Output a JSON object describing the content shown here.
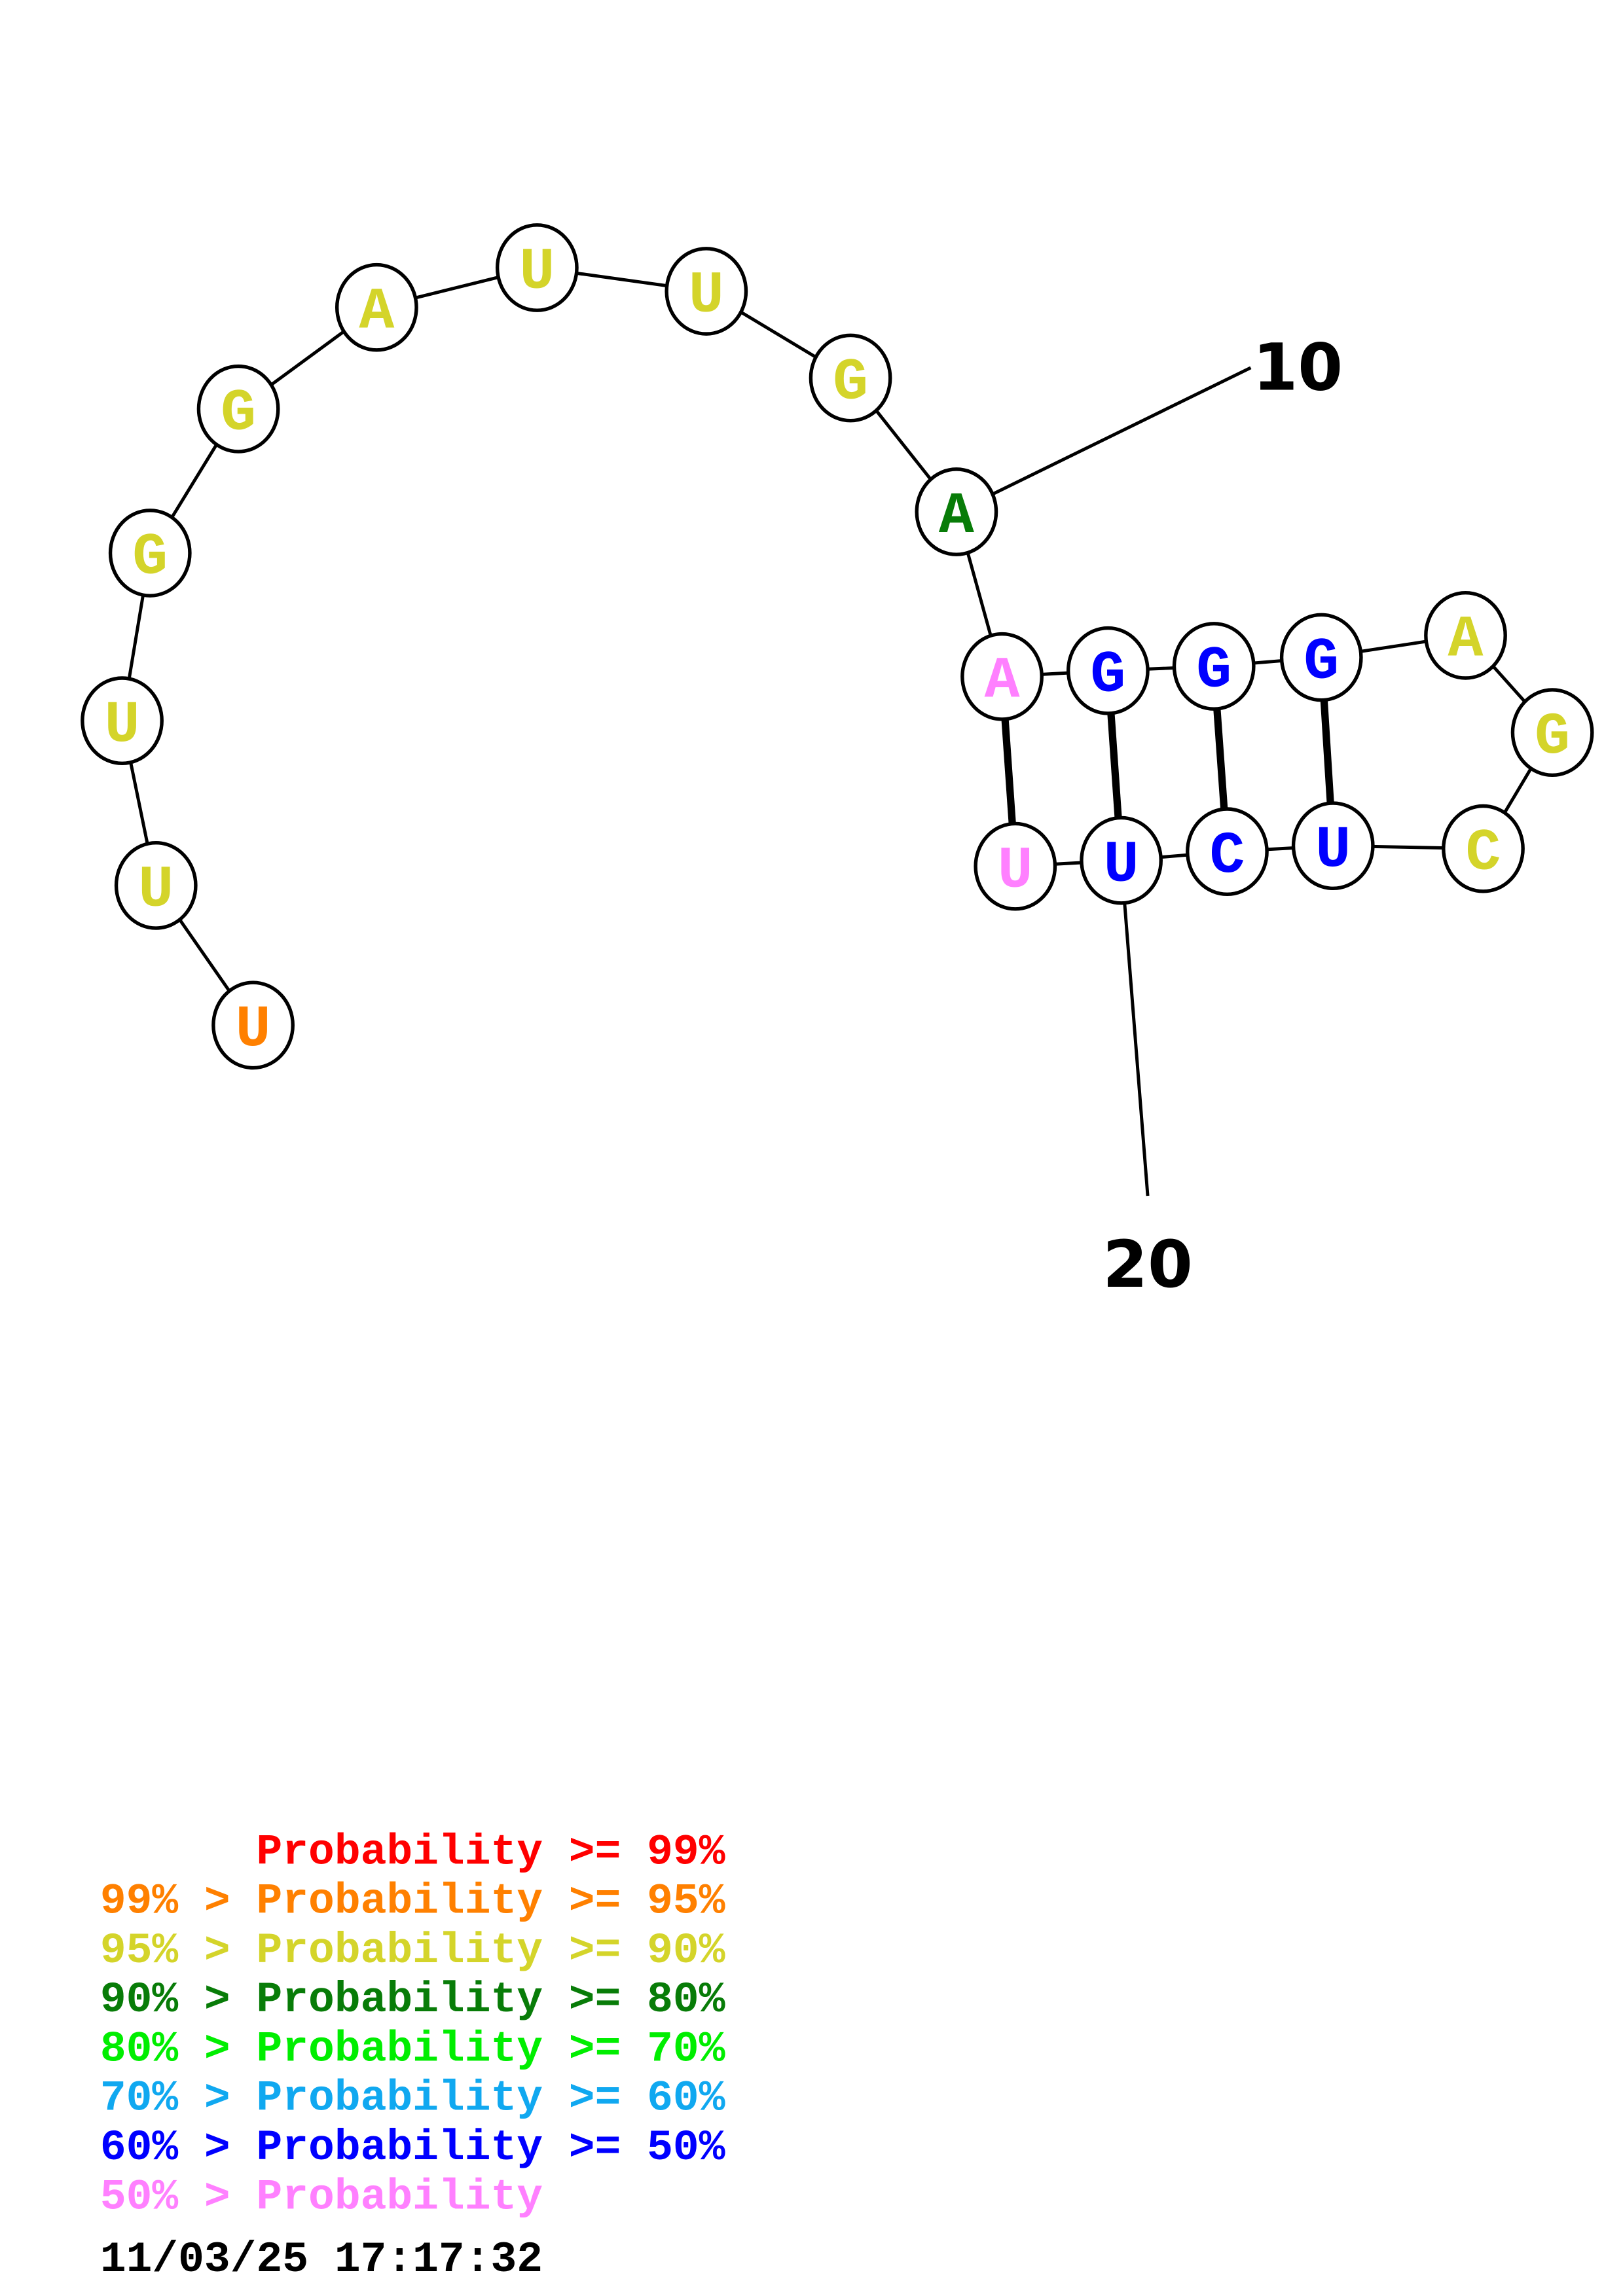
{
  "structure": {
    "sequence": [
      "U",
      "U",
      "U",
      "G",
      "G",
      "A",
      "U",
      "U",
      "G",
      "A",
      "A",
      "G",
      "G",
      "G",
      "A",
      "G",
      "C",
      "U",
      "C",
      "U",
      "U"
    ],
    "base_colors": [
      "#ff8000",
      "#d4d42a",
      "#d4d42a",
      "#d4d42a",
      "#d4d42a",
      "#d4d42a",
      "#d4d42a",
      "#d4d42a",
      "#d4d42a",
      "#087c08",
      "#ff80ff",
      "#0000ff",
      "#0000ff",
      "#0000ff",
      "#d4d42a",
      "#d4d42a",
      "#d4d42a",
      "#0000ff",
      "#0000ff",
      "#0000ff",
      "#ff80ff"
    ],
    "pairs": [
      [
        11,
        21
      ],
      [
        12,
        20
      ],
      [
        13,
        19
      ],
      [
        14,
        18
      ]
    ],
    "number_labels": [
      {
        "index": 10,
        "text": "10"
      },
      {
        "index": 20,
        "text": "20"
      }
    ]
  },
  "legend": [
    {
      "text": "      Probability >= 99%",
      "color": "#ff0000"
    },
    {
      "text": "99% > Probability >= 95%",
      "color": "#ff8000"
    },
    {
      "text": "95% > Probability >= 90%",
      "color": "#d4d42a"
    },
    {
      "text": "90% > Probability >= 80%",
      "color": "#087c08"
    },
    {
      "text": "80% > Probability >= 70%",
      "color": "#00ee00"
    },
    {
      "text": "70% > Probability >= 60%",
      "color": "#10a8f0"
    },
    {
      "text": "60% > Probability >= 50%",
      "color": "#0000ff"
    },
    {
      "text": "50% > Probability",
      "color": "#ff80ff"
    }
  ],
  "timestamp": "11/03/25 17:17:32"
}
